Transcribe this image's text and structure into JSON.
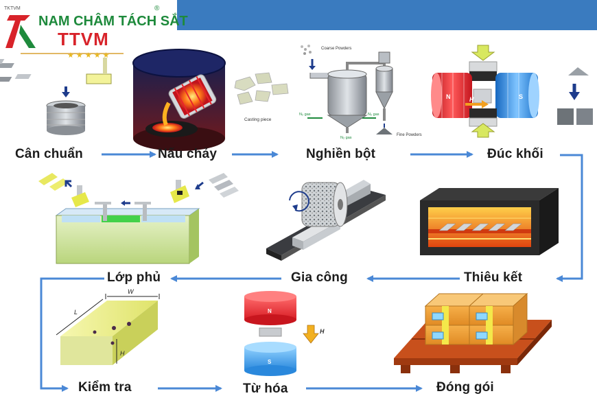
{
  "logo": {
    "brand_line": "NAM CHÂM TÁCH SẮT",
    "registered_mark": "®",
    "wordmark": "TTVM",
    "small_mark": "TKTVM"
  },
  "steps": [
    {
      "id": "can-chuan",
      "label": "Cân chuẩn"
    },
    {
      "id": "nau-chay",
      "label": "Nấu chảy"
    },
    {
      "id": "nghien-bot",
      "label": "Nghiền bột"
    },
    {
      "id": "duc-khoi",
      "label": "Đúc khối"
    },
    {
      "id": "thieu-ket",
      "label": "Thiêu kết"
    },
    {
      "id": "gia-cong",
      "label": "Gia công"
    },
    {
      "id": "lop-phu",
      "label": "Lớp phủ"
    },
    {
      "id": "kiem-tra",
      "label": "Kiểm tra"
    },
    {
      "id": "tu-hoa",
      "label": "Từ hóa"
    },
    {
      "id": "dong-goi",
      "label": "Đóng gói"
    }
  ],
  "annotations": {
    "casting_piece": "Casting piece",
    "coarse_powders": "Coarse Powders",
    "fine_powders": "Fine Powders",
    "n2_gas_1": "N₂ gas",
    "n2_gas_2": "N₂ gas",
    "n2_gas_3": "N₂ gas",
    "pole_n": "N",
    "pole_s": "S",
    "field_h": "H",
    "field_h2": "H",
    "dim_w": "W",
    "dim_l": "L",
    "dim_h": "H"
  },
  "colors": {
    "header_bar": "#3a7bbf",
    "arrow": "#4a88d6",
    "logo_red": "#d8232a",
    "logo_green": "#1e8a3c",
    "furnace_orange": "#f07d1a",
    "magnet_red": "#e8242c",
    "magnet_blue": "#2b8fe0"
  }
}
